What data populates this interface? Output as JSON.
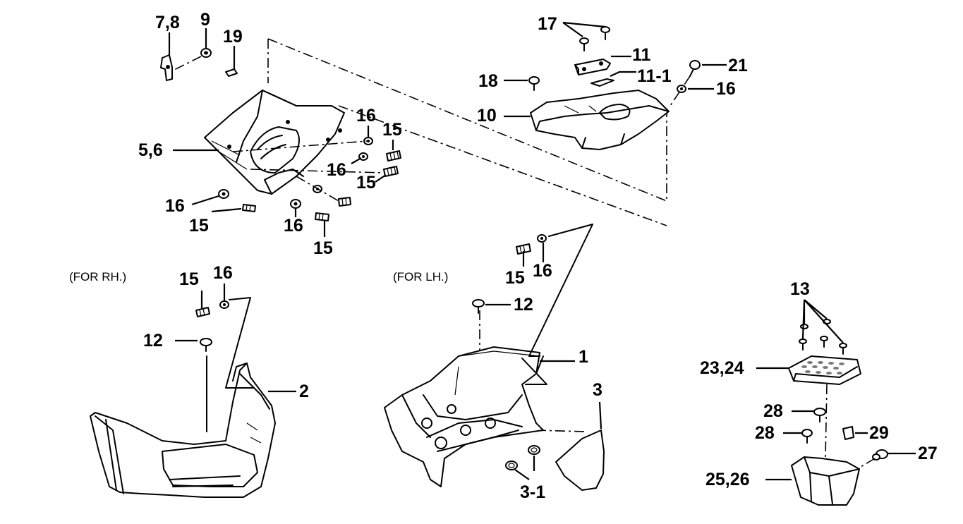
{
  "notes": {
    "rh": "(FOR RH.)",
    "lh": "(FOR LH.)"
  },
  "labels": {
    "p_7_8": "7,8",
    "p_9": "9",
    "p_19": "19",
    "p_5_6": "5,6",
    "p_16_a": "16",
    "p_15_a": "15",
    "p_16_b": "16",
    "p_15_b": "15",
    "p_16_c": "16",
    "p_15_c": "15",
    "p_16_d": "16",
    "p_15_d": "15",
    "p_17": "17",
    "p_11": "11",
    "p_11_1": "11-1",
    "p_18": "18",
    "p_10": "10",
    "p_21": "21",
    "p_16_e": "16",
    "p_15_f": "15",
    "p_16_f": "16",
    "p_12_a": "12",
    "p_2": "2",
    "p_15_g": "15",
    "p_16_g": "16",
    "p_12_b": "12",
    "p_1": "1",
    "p_3": "3",
    "p_3_1": "3-1",
    "p_13": "13",
    "p_23_24": "23,24",
    "p_28_a": "28",
    "p_28_b": "28",
    "p_29": "29",
    "p_27": "27",
    "p_25_26": "25,26"
  }
}
